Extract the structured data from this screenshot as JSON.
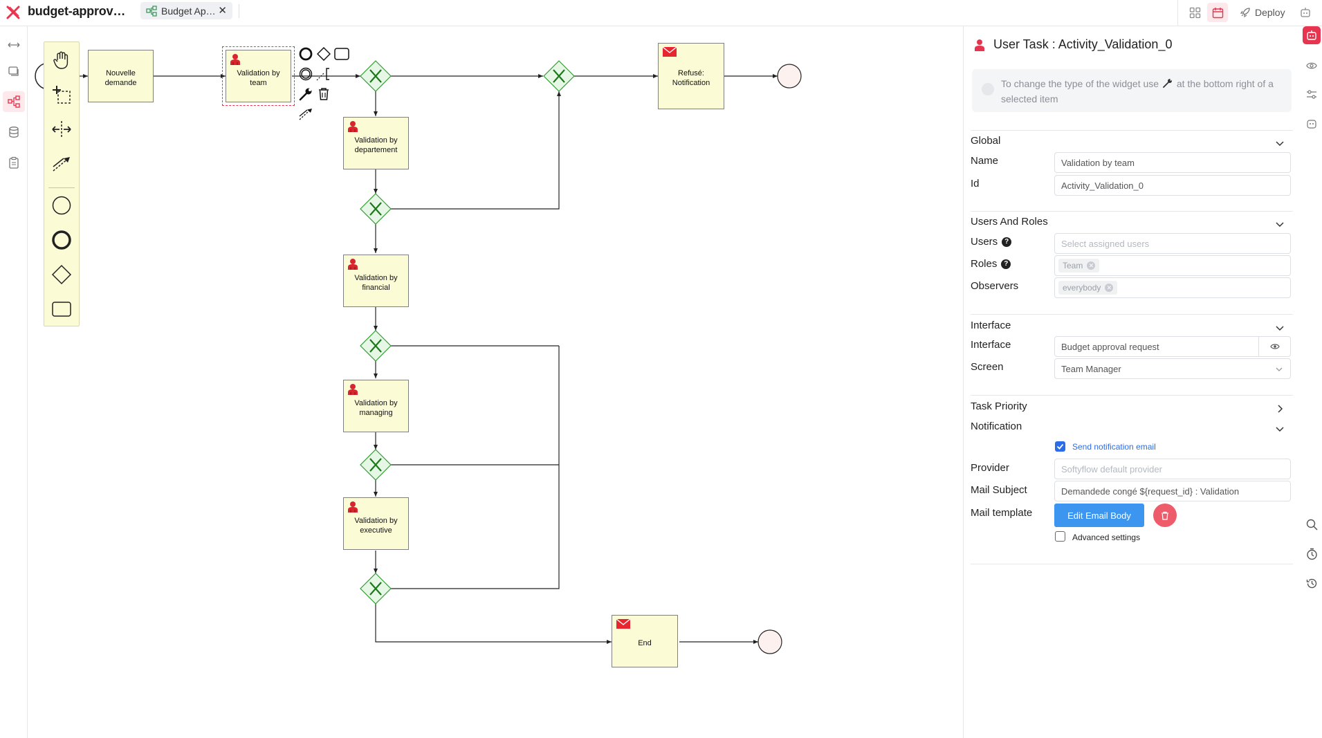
{
  "app": {
    "title": "budget-approv…"
  },
  "tabs": [
    {
      "label": "Budget Ap…",
      "close": "✕"
    }
  ],
  "toolbar": {
    "deploy_label": "Deploy"
  },
  "diagram": {
    "tasks": {
      "nouvelle_demande": "Nouvelle demande",
      "validation_team": "Validation by team",
      "validation_departement": "Validation by departement",
      "validation_financial": "Validation by financial",
      "validation_managing": "Validation by managing",
      "validation_executive": "Validation by executive",
      "refuse_notification": "Refusé: Notification",
      "end": "End"
    },
    "gateway_symbol": "X"
  },
  "panel": {
    "header": "User Task : Activity_Validation_0",
    "info_text_1": "To change the type of the widget use",
    "info_text_2": "at the bottom right of a selected item",
    "global": {
      "title": "Global",
      "name_label": "Name",
      "name_value": "Validation by team",
      "id_label": "Id",
      "id_value": "Activity_Validation_0"
    },
    "users_roles": {
      "title": "Users And Roles",
      "users_label": "Users",
      "users_placeholder": "Select assigned users",
      "roles_label": "Roles",
      "roles_chip": "Team",
      "observers_label": "Observers",
      "observers_chip": "everybody",
      "help": "?"
    },
    "interface": {
      "title": "Interface",
      "interface_label": "Interface",
      "interface_value": "Budget approval request",
      "screen_label": "Screen",
      "screen_value": "Team Manager"
    },
    "task_priority": {
      "title": "Task Priority"
    },
    "notification": {
      "title": "Notification",
      "send_email_label": "Send notification email",
      "provider_label": "Provider",
      "provider_placeholder": "Softyflow default provider",
      "subject_label": "Mail Subject",
      "subject_value": "Demandede congé ${request_id} : Validation",
      "template_label": "Mail template",
      "edit_button": "Edit Email Body",
      "advanced_label": "Advanced settings"
    }
  },
  "colors": {
    "accent": "#e8354f",
    "task_fill": "#fbfbd6",
    "gateway_fill": "#e6f7e6",
    "gateway_stroke": "#2e9e2e",
    "primary_button": "#3c96f0"
  }
}
